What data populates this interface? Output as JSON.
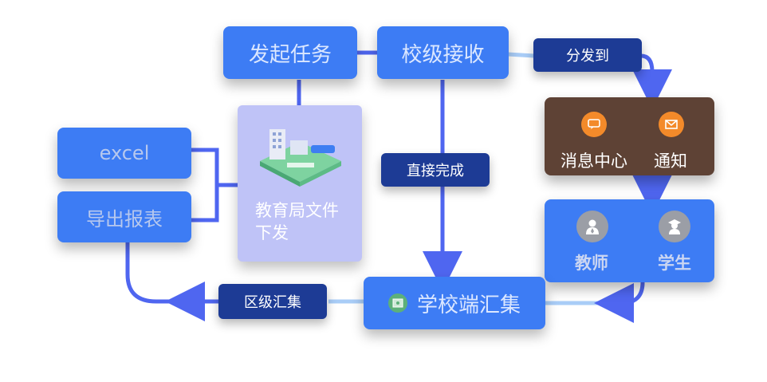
{
  "nodes": {
    "start": "发起任务",
    "school_receive": "校级接收",
    "excel": "excel",
    "export": "导出报表",
    "doc": "教育局文件下发",
    "school_collect": "学校端汇集",
    "message_center": "消息中心",
    "notify": "通知",
    "teacher": "教师",
    "student": "学生"
  },
  "edge_labels": {
    "distribute": "分发到",
    "direct": "直接完成",
    "district": "区级汇集"
  },
  "colors": {
    "box_blue": "#3d7cf4",
    "label_navy": "#1d3b95",
    "doc_lavender": "#bfc3f7",
    "msg_brown": "#5e4235",
    "icon_orange": "#f38a2a",
    "line_blue": "#4f66f0"
  },
  "icons": [
    "building-illustration-icon",
    "chat-icon",
    "envelope-icon",
    "teacher-icon",
    "student-icon",
    "collect-icon"
  ]
}
